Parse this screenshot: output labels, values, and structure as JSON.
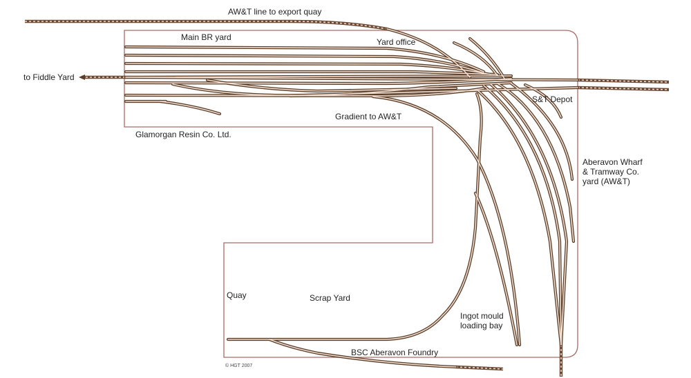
{
  "labels": {
    "aw_export": "AW&T line to export quay",
    "main_br": "Main BR yard",
    "yard_office": "Yard office",
    "fiddle": "to Fiddle Yard",
    "st_depot": "S&T Depot",
    "gradient": "Gradient to AW&T",
    "glamorgan": "Glamorgan Resin Co. Ltd.",
    "aberavon_1": "Aberavon Wharf",
    "aberavon_2": "& Tramway Co.",
    "aberavon_3": "yard (AW&T)",
    "quay": "Quay",
    "scrap": "Scrap Yard",
    "ingot_1": "Ingot mould",
    "ingot_2": "loading bay",
    "bsc": "BSC Aberavon Foundry",
    "copyright": "© HGT 2007"
  },
  "colors": {
    "rail_outline": "#5a3e28",
    "rail_centre": "#f1ded2",
    "boundary": "#a86a64"
  }
}
